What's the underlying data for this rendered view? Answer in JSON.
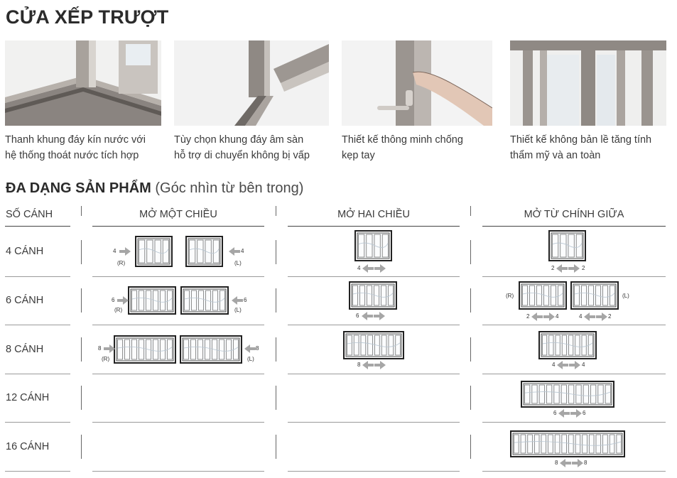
{
  "title": "CỬA XẾP TRƯỢT",
  "features": [
    {
      "line1": "Thanh khung đáy kín nước với",
      "line2": "hệ thống thoát nước tích hợp",
      "icon": "bottom-track-photo"
    },
    {
      "line1": "Tùy chọn khung đáy âm sàn",
      "line2": "hỗ trợ di chuyển không bị vấp",
      "icon": "recessed-threshold-photo"
    },
    {
      "line1": "Thiết kế thông minh chống",
      "line2": "kẹp tay",
      "icon": "anti-pinch-handle-photo"
    },
    {
      "line1": "Thiết kế không bản lề tăng tính",
      "line2": "thẩm mỹ và an toàn",
      "icon": "hingeless-panels-photo"
    }
  ],
  "variety": {
    "title_bold": "ĐA DẠNG SẢN PHẨM",
    "title_normal": " (Góc nhìn từ bên trong)"
  },
  "columns": {
    "count": "SỐ CÁNH",
    "one_way": "MỞ MỘT CHIỀU",
    "two_way": "MỞ HAI CHIỀU",
    "center": "MỞ TỪ CHÍNH GIỮA"
  },
  "rows": [
    {
      "label": "4 CÁNH",
      "panels": 4,
      "one_way": {
        "left_num": "4",
        "left_side": "(R)",
        "right_num": "4",
        "right_side": "(L)"
      },
      "two_way": {
        "num": "4"
      },
      "center": {
        "left_num": "2",
        "right_num": "2"
      }
    },
    {
      "label": "6 CÁNH",
      "panels": 6,
      "one_way": {
        "left_num": "6",
        "left_side": "(R)",
        "right_num": "6",
        "right_side": "(L)"
      },
      "two_way": {
        "num": "6"
      },
      "center": {
        "left_side": "(R)",
        "right_side": "(L)",
        "a_left": "2",
        "a_right": "4",
        "b_left": "4",
        "b_right": "2"
      }
    },
    {
      "label": "8 CÁNH",
      "panels": 8,
      "one_way": {
        "left_num": "8",
        "left_side": "(R)",
        "right_num": "8",
        "right_side": "(L)"
      },
      "two_way": {
        "num": "8"
      },
      "center": {
        "left_num": "4",
        "right_num": "4"
      }
    },
    {
      "label": "12 CÁNH",
      "panels": 12,
      "center": {
        "left_num": "6",
        "right_num": "6"
      }
    },
    {
      "label": "16 CÁNH",
      "panels": 16,
      "center": {
        "left_num": "8",
        "right_num": "8"
      }
    }
  ]
}
